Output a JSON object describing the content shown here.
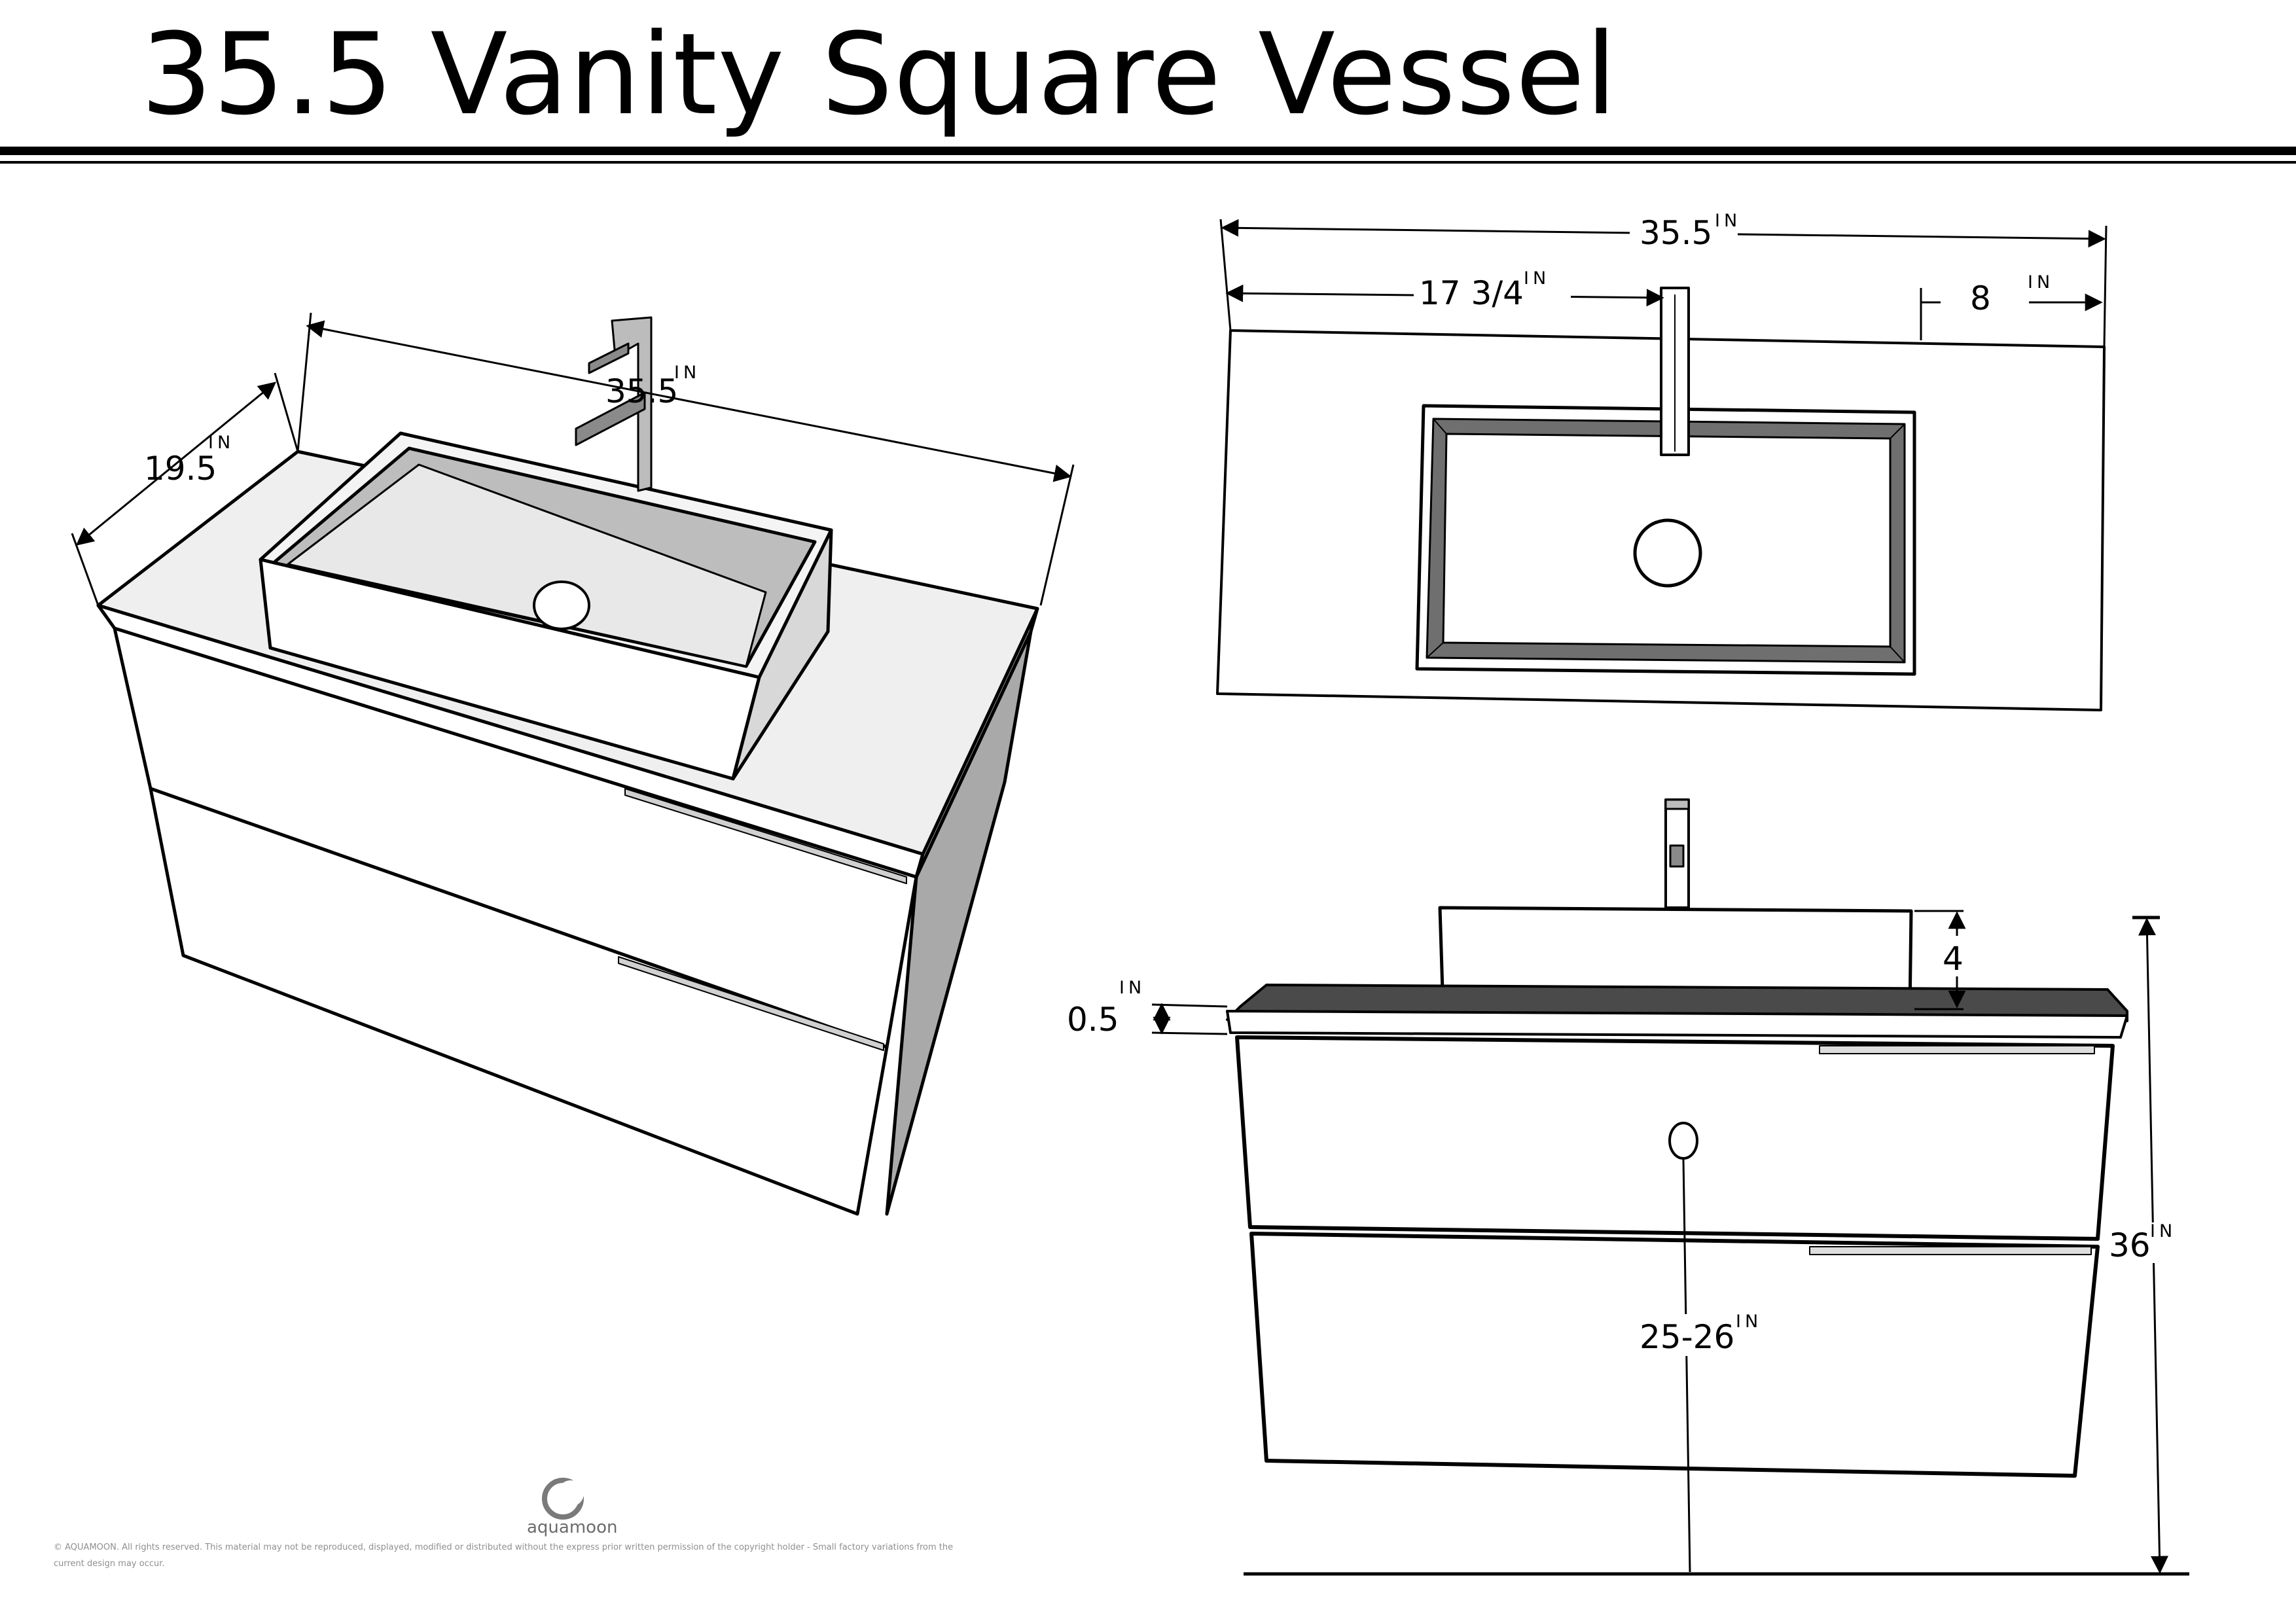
{
  "title": "35.5 Vanity Square Vessel",
  "unit": "IN",
  "iso_view": {
    "width": "35.5",
    "depth": "19.5"
  },
  "top_view": {
    "overall_width": "35.5",
    "faucet_offset": "17 3/4",
    "side_offset": "8"
  },
  "front_view": {
    "vessel_height": "4",
    "countertop_thickness": "0.5",
    "overall_height": "36",
    "drain_height": "25-26"
  },
  "branding": {
    "logo_text": "aquamoon",
    "copyright_line1": "© AQUAMOON. All rights reserved. This material may not be reproduced, displayed, modified or distributed without the express prior written permission of the copyright holder - Small factory variations from the",
    "copyright_line2": "current design may occur."
  },
  "colors": {
    "line": "#000000",
    "cabinet_side": "#a9a9a9",
    "basin_inner": "#707070",
    "faucet": "#8a8a8a"
  }
}
